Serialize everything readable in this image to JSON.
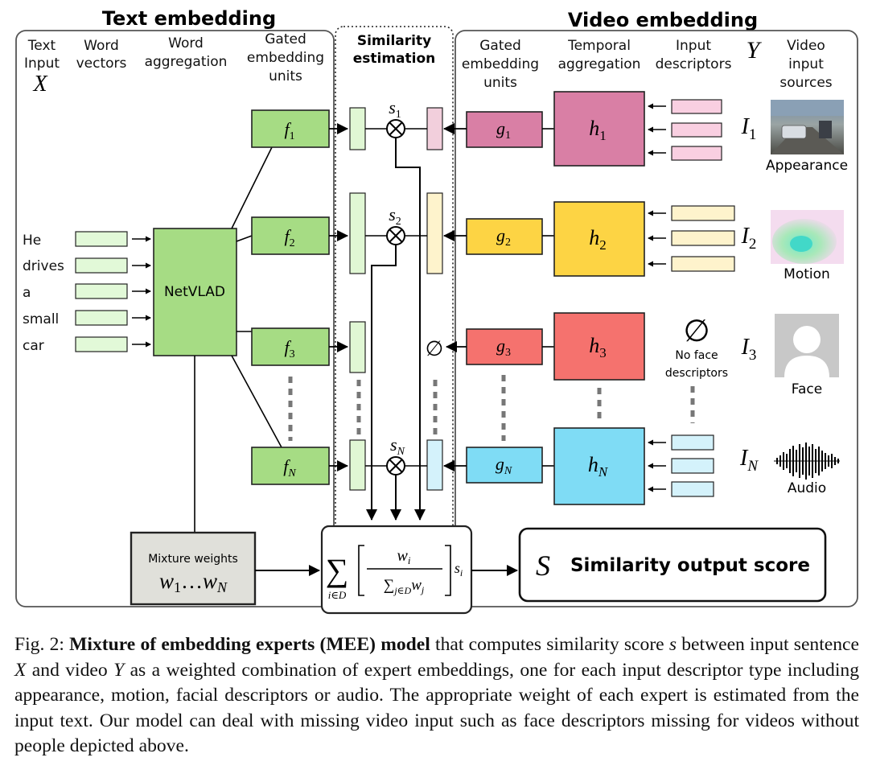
{
  "diagram": {
    "section_titles": {
      "text": "Text embedding",
      "similarity": [
        "Similarity",
        "estimation"
      ],
      "video": "Video embedding"
    },
    "text_headers": {
      "text_input": [
        "Text",
        "Input"
      ],
      "text_input_var": "X",
      "word_vectors": [
        "Word",
        "vectors"
      ],
      "word_aggregation": [
        "Word",
        "aggregation"
      ],
      "gated_units": [
        "Gated",
        "embedding",
        "units"
      ]
    },
    "video_headers": {
      "gated_units": [
        "Gated",
        "embedding",
        "units"
      ],
      "temporal_aggregation": [
        "Temporal",
        "aggregation"
      ],
      "input_descriptors": [
        "Input",
        "descriptors"
      ],
      "video_var": "Y",
      "video_input_sources": [
        "Video",
        "input",
        "sources"
      ]
    },
    "words": [
      "He",
      "drives",
      "a",
      "small",
      "car"
    ],
    "netvlad_label": "NetVLAD",
    "experts": [
      {
        "f": "f",
        "sub": "1",
        "s": "s",
        "s_sub": "1",
        "g": "g",
        "h": "h",
        "I": "I",
        "source": "Appearance",
        "g_color": "#d97fa5",
        "h_color": "#d97fa5",
        "desc_color": "#f9cfe1",
        "sim_color": "#f2cfdc"
      },
      {
        "f": "f",
        "sub": "2",
        "s": "s",
        "s_sub": "2",
        "g": "g",
        "h": "h",
        "I": "I",
        "source": "Motion",
        "g_color": "#fdd444",
        "h_color": "#fdd444",
        "desc_color": "#fef3cc",
        "sim_color": "#fef3cc"
      },
      {
        "f": "f",
        "sub": "3",
        "g": "g",
        "h": "h",
        "I": "I",
        "source": "Face",
        "g_color": "#f5726e",
        "h_color": "#f5726e",
        "missing_symbol": "∅",
        "no_desc_label": [
          "No face",
          "descriptors"
        ]
      },
      {
        "f": "f",
        "sub": "N",
        "s": "s",
        "s_sub": "N",
        "g": "g",
        "h": "h",
        "I": "I",
        "source": "Audio",
        "g_color": "#7fdcf5",
        "h_color": "#7fdcf5",
        "desc_color": "#d4f2fb",
        "sim_color": "#d4f2fb"
      }
    ],
    "mixture_weights": {
      "label": "Mixture weights",
      "formula_w1": "w",
      "formula_dots": "…",
      "formula_wN": "w",
      "sub1": "1",
      "subN": "N"
    },
    "combination": {
      "sum": "∑",
      "sum_index": "i∈D",
      "num": "w",
      "num_sub": "i",
      "den_sum": "∑",
      "den_sub": "j∈D",
      "den_w": "w",
      "den_w_sub": "j",
      "s": "s",
      "s_sub": "i"
    },
    "output": {
      "symbol": "S",
      "label": "Similarity output score"
    },
    "colors": {
      "green_box": "#a6dc84",
      "text_sim_bar": "#e0f7d4",
      "word_vec": "#e2f9d8",
      "mixture_box": "#e0e0da"
    }
  },
  "caption": {
    "prefix": "Fig. 2: ",
    "bold": "Mixture of embedding experts (MEE) model",
    "t1": " that computes similarity score ",
    "v_s": "s",
    "t2": " between input sentence ",
    "v_x": "X",
    "t3": " and video ",
    "v_y": "Y",
    "t4": " as a weighted combination of expert embeddings, one for each input descriptor type including appearance, motion, facial descriptors or audio. The appropriate weight of each expert is estimated from the input text. Our model can deal with missing video input such as face descriptors missing for videos without people depicted above."
  }
}
